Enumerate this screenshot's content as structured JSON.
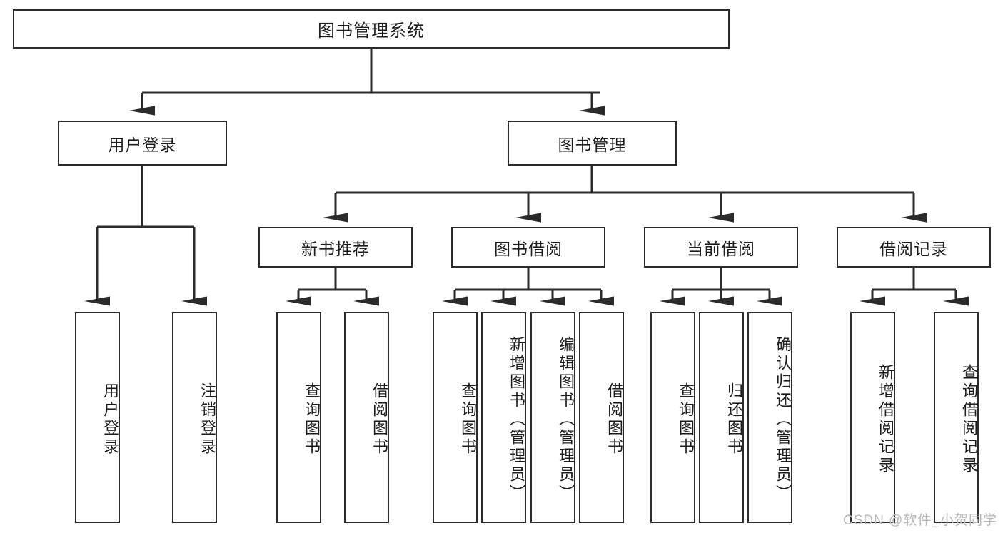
{
  "diagram": {
    "title_node": {
      "label": "图书管理系统"
    },
    "level2": [
      {
        "label": "用户登录"
      },
      {
        "label": "图书管理"
      }
    ],
    "level3": [
      {
        "label": "新书推荐"
      },
      {
        "label": "图书借阅"
      },
      {
        "label": "当前借阅"
      },
      {
        "label": "借阅记录"
      }
    ],
    "leaves": {
      "user_login": [
        {
          "label": "用户登录"
        },
        {
          "label": "注销登录"
        }
      ],
      "new_book_recommend": [
        {
          "label": "查询图书"
        },
        {
          "label": "借阅图书"
        }
      ],
      "book_borrow": [
        {
          "label": "查询图书"
        },
        {
          "label": "新增图书（管理员）"
        },
        {
          "label": "编辑图书（管理员）"
        },
        {
          "label": "借阅图书"
        }
      ],
      "current_borrow": [
        {
          "label": "查询图书"
        },
        {
          "label": "归还图书"
        },
        {
          "label": "确认归还（管理员）"
        }
      ],
      "borrow_record": [
        {
          "label": "新增借阅记录"
        },
        {
          "label": "查询借阅记录"
        }
      ]
    }
  },
  "watermark": {
    "text": "CSDN @软件_小贺同学"
  },
  "colors": {
    "stroke": "#2b2b2b",
    "background": "#ffffff",
    "text": "#1c1c1c",
    "watermark": "#b9b9b9"
  }
}
